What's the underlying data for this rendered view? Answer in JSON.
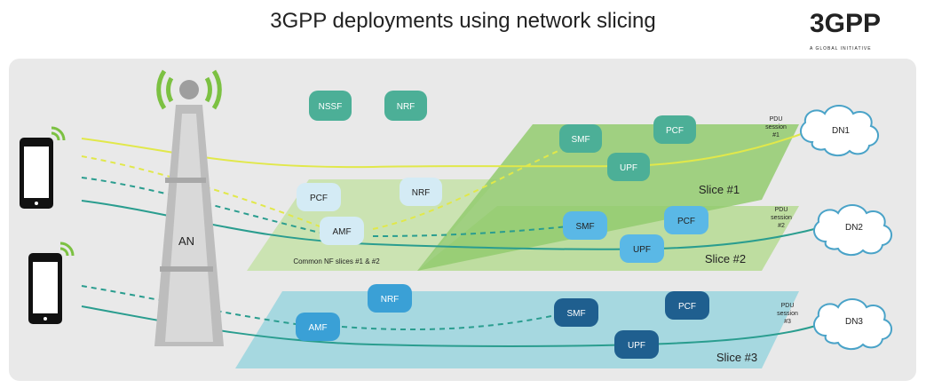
{
  "title": "3GPP deployments using network slicing",
  "logo": {
    "mark": "3GPP",
    "tagline": "A GLOBAL INITIATIVE"
  },
  "access_node": "AN",
  "common_label": "Common NF slices #1 & #2",
  "slices": {
    "s1": "Slice #1",
    "s2": "Slice #2",
    "s3": "Slice #3"
  },
  "nodes": {
    "nssf": "NSSF",
    "nrf_top": "NRF",
    "pcf_common": "PCF",
    "nrf_common": "NRF",
    "amf_common": "AMF",
    "smf1": "SMF",
    "pcf1": "PCF",
    "upf1": "UPF",
    "smf2": "SMF",
    "pcf2": "PCF",
    "upf2": "UPF",
    "nrf3": "NRF",
    "amf3": "AMF",
    "smf3": "SMF",
    "pcf3": "PCF",
    "upf3": "UPF"
  },
  "pdu": {
    "p1": [
      "PDU",
      "session",
      "#1"
    ],
    "p2": [
      "PDU",
      "session",
      "#2"
    ],
    "p3": [
      "PDU",
      "session",
      "#3"
    ]
  },
  "dns": {
    "dn1": "DN1",
    "dn2": "DN2",
    "dn3": "DN3"
  },
  "colors": {
    "slice1_line": "#e5e84a",
    "teal_line": "#2a9d8f",
    "slice1_plane": "#8fc86a",
    "slice2_plane": "#b3d88e",
    "slice3_plane": "#8fcfd9",
    "nf_dark_teal": "#4caf97",
    "nf_light_blue": "#cfe8f2",
    "nf_mid_blue": "#5bb5e3",
    "nf_blue3": "#3aa0d6",
    "nf_dark_blue": "#1f5f8f"
  }
}
